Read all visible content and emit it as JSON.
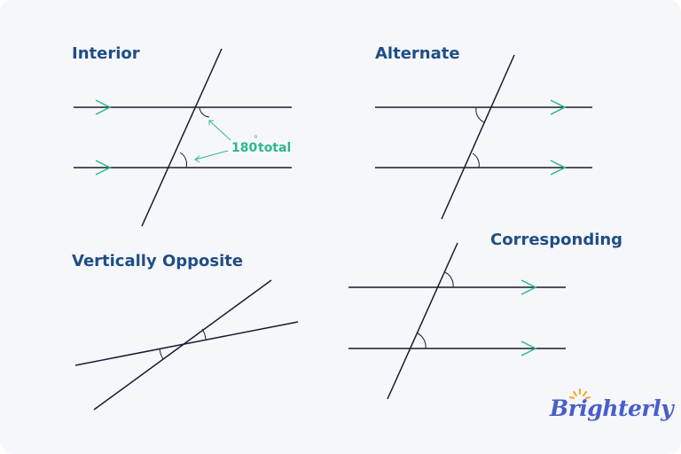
{
  "titles": {
    "interior": "Interior",
    "alternate": "Alternate",
    "vertically_opposite": "Vertically Opposite",
    "corresponding": "Corresponding"
  },
  "annotation": {
    "value": "180",
    "degree": "°",
    "suffix": "total"
  },
  "brand": {
    "name": "Brighterly"
  },
  "colors": {
    "title": "#1f4e86",
    "line": "#1a1a2e",
    "arrow": "#2ab98a",
    "brand": "#4a5ec9",
    "sun": "#f5a623",
    "background": "#f6f7fb"
  }
}
